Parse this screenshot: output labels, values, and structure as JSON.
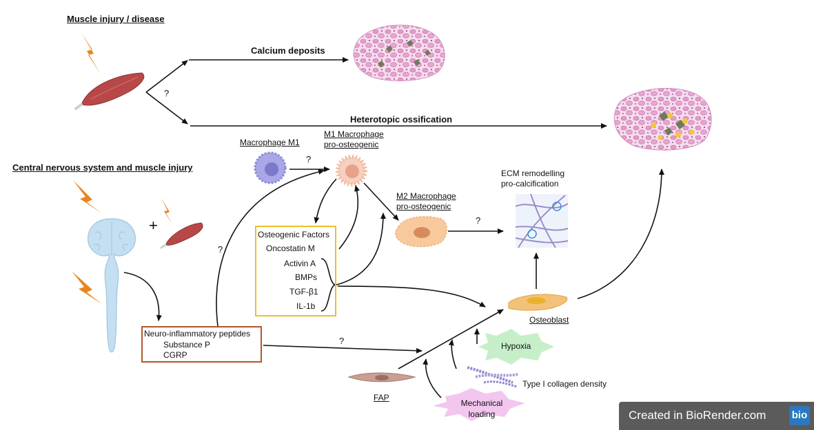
{
  "sections": {
    "muscle_title": "Muscle injury / disease",
    "cns_title": "Central nervous system and muscle injury"
  },
  "outcomes": {
    "calcium": "Calcium deposits",
    "ho": "Heterotopic ossification"
  },
  "cells": {
    "m1": "Macrophage M1",
    "m1_pro_line1": "M1 Macrophage",
    "m1_pro_line2": "pro-osteogenic",
    "m2_line1": "M2 Macrophage",
    "m2_line2": "pro-osteogenic",
    "osteoblast": "Osteoblast",
    "fap": "FAP"
  },
  "ecm": {
    "line1": "ECM remodelling",
    "line2": "pro-calcification"
  },
  "osteogenic_factors": {
    "title": "Osteogenic Factors",
    "items": [
      "Oncostatin M",
      "Activin A",
      "BMPs",
      "TGF-β1",
      "IL-1b"
    ]
  },
  "neuro": {
    "title": "Neuro-inflammatory peptides",
    "items": [
      "Substance P",
      "CGRP"
    ]
  },
  "stimuli": {
    "hypoxia": "Hypoxia",
    "collagen": "Type I collagen density",
    "mechanical_line1": "Mechanical",
    "mechanical_line2": "loading"
  },
  "symbols": {
    "question": "?",
    "plus": "+"
  },
  "watermark": {
    "text": "Created in BioRender.com",
    "logo": "bio"
  },
  "colors": {
    "arrow": "#111111",
    "osteo_box": "#f0be2c",
    "neuro_box": "#b5552a",
    "muscle": "#b84848",
    "lightning": "#e8861e",
    "tissue": "#e7a3cf",
    "cns": "#c4dff2",
    "hypoxia": "#c6efc9",
    "mechanical": "#f3c6f0"
  }
}
